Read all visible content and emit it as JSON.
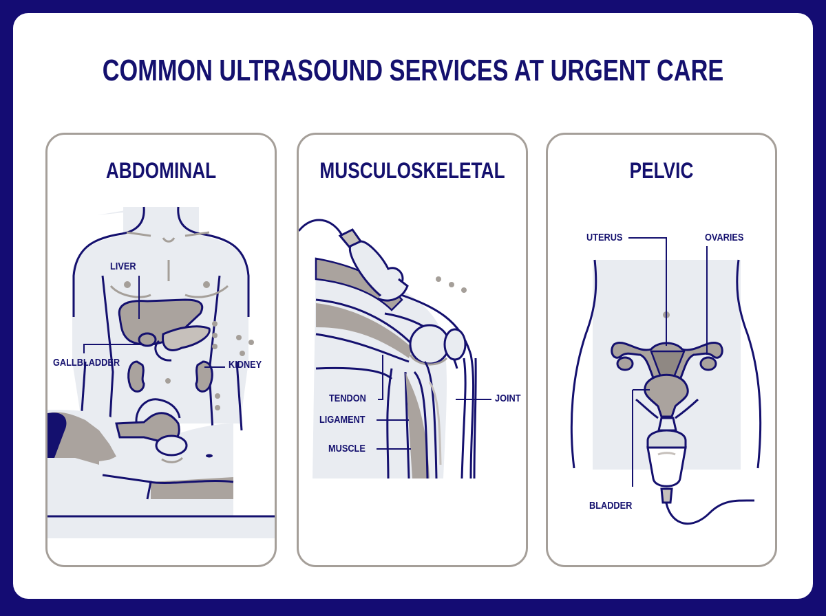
{
  "title": "COMMON ULTRASOUND SERVICES AT URGENT CARE",
  "colors": {
    "background": "#140c73",
    "sheet": "#ffffff",
    "accent_navy": "#14106e",
    "card_border": "#a59f99",
    "organ_fill": "#aaa39e",
    "skin_fill": "#e9ecf1"
  },
  "cards": [
    {
      "title": "ABDOMINAL",
      "labels": [
        "LIVER",
        "GALLBLADDER",
        "KIDNEY"
      ]
    },
    {
      "title": "MUSCULOSKELETAL",
      "labels": [
        "TENDON",
        "LIGAMENT",
        "MUSCLE",
        "JOINT"
      ]
    },
    {
      "title": "PELVIC",
      "labels": [
        "UTERUS",
        "OVARIES",
        "BLADDER"
      ]
    }
  ]
}
